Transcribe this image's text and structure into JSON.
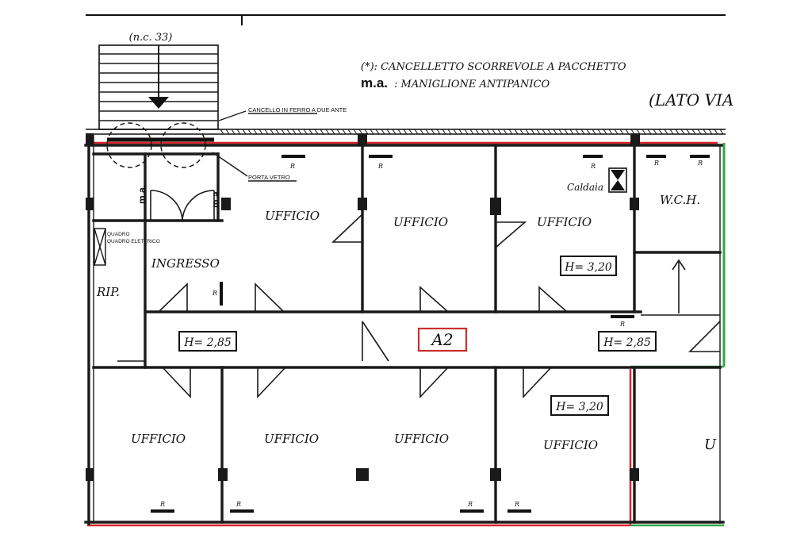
{
  "colors": {
    "wall": "#1a1a1a",
    "red_boundary": "#d9252a",
    "green_boundary": "#2fa84a",
    "a2_label": "#c9302c"
  },
  "legend": {
    "line1": "(*): CANCELLETTO SCORREVOLE A PACCHETTO",
    "ma_abbr": "m.a.",
    "line2": ": MANIGLIONE ANTIPANICO"
  },
  "header": {
    "street_side": "(LATO VIA",
    "civic_number": "(n.c. 33)"
  },
  "notes": {
    "gate": "CANCELLO IN FERRO A DUE ANTE",
    "glass_door": "PORTA VETRO",
    "electrical_panel": "QUADRO ELETTRICO",
    "boiler": "Caldaia"
  },
  "rooms": {
    "ingresso": "INGRESSO",
    "rip": "RIP.",
    "office_top_1": "UFFICIO",
    "office_top_2": "UFFICIO",
    "office_top_3": "UFFICIO",
    "wch": "W.C.H.",
    "office_bot_1": "UFFICIO",
    "office_bot_2": "UFFICIO",
    "office_bot_3": "UFFICIO",
    "office_bot_4": "UFFICIO",
    "office_bot_5": "U"
  },
  "heights": {
    "corridor_left": "H= 2,85",
    "corridor_right": "H= 2,85",
    "office_top": "H= 3,20",
    "office_bottom": "H= 3,20"
  },
  "unit_label": "A2",
  "radiator_mark": "R",
  "ma_mark": "m.a."
}
